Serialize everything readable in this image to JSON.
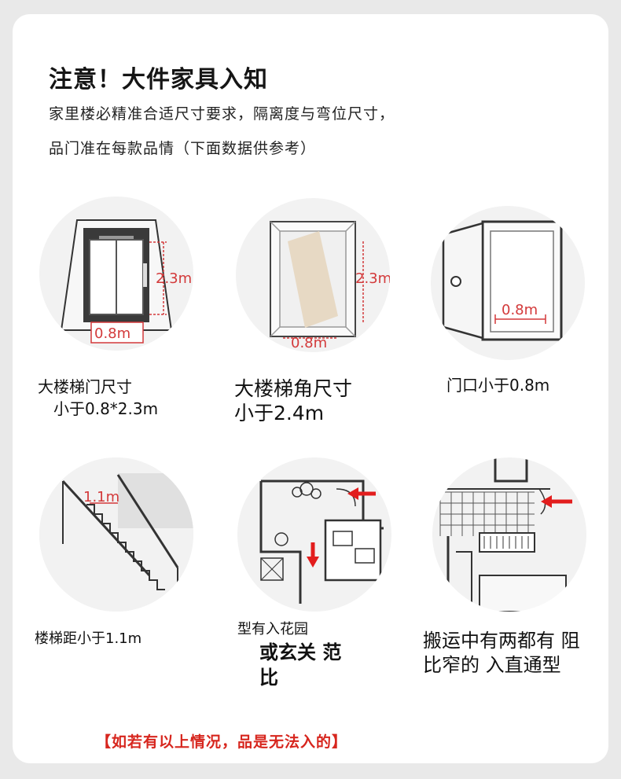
{
  "header": {
    "title": "注意！大件家具入知",
    "line1": "家里楼必精准合适尺寸要求，隔离度与弯位尺寸，",
    "line2": "品门准在每款品情（下面数据供参考）"
  },
  "items": [
    {
      "icon": "elevator-icon",
      "label_w": "0.8m",
      "label_h": "2.3m",
      "caption_line1": "大楼梯门尺寸",
      "caption_line2": "小于0.8*2.3m"
    },
    {
      "icon": "elevator-corner-icon",
      "label_w": "0.8m",
      "label_h": "2.3m",
      "caption_line1": "大楼梯角尺寸",
      "caption_line2": "小于2.4m"
    },
    {
      "icon": "door-icon",
      "label_w": "0.8m",
      "caption_line1": "门口小于0.8m"
    },
    {
      "icon": "stairs-icon",
      "label_w": "1.1m",
      "caption_line1": "楼梯距小于1.1m"
    },
    {
      "icon": "floorplan-entrance-icon",
      "caption_line1": "型有入花园",
      "caption_line2": "或玄关 范",
      "caption_line3": "比"
    },
    {
      "icon": "corridor-plan-icon",
      "caption_line1": "搬运中有两都有 阻",
      "caption_line2": "比窄的 入直通型"
    }
  ],
  "footer": {
    "note": "【如若有以上情况，品是无法入的】"
  },
  "colors": {
    "accent": "#d3393a",
    "warning_text": "#d7261e",
    "background": "#e9e9e9",
    "card": "#ffffff"
  }
}
